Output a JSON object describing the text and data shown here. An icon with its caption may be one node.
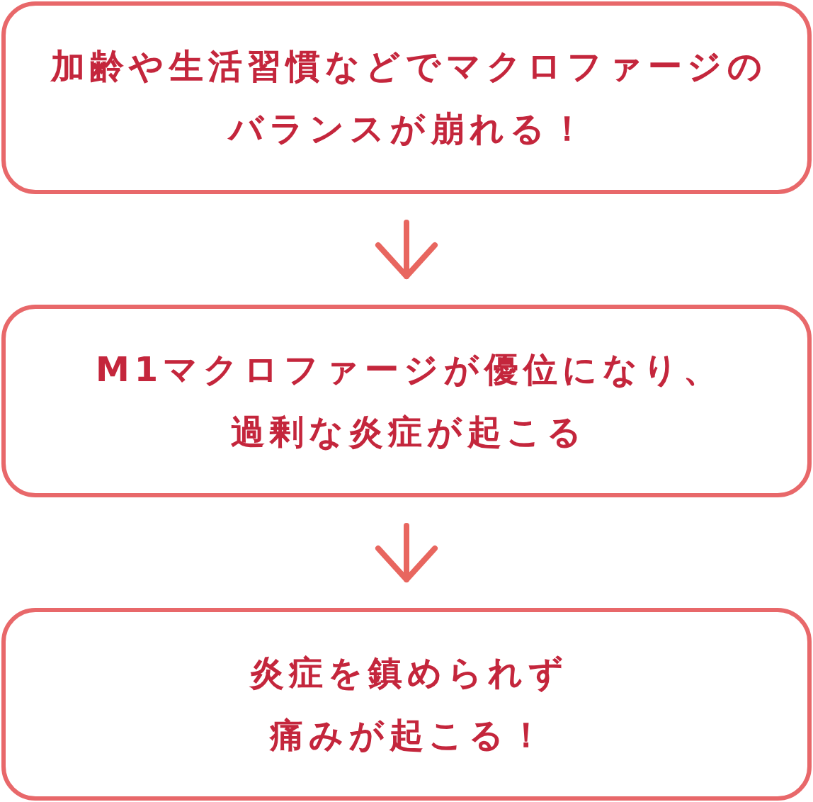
{
  "diagram": {
    "nodes": [
      {
        "text": [
          "加齢や生活習慣などでマクロファージのバランスが崩れる！"
        ]
      },
      {
        "text": [
          "M1マクロファージが優位になり、過剰な炎症が起こる"
        ]
      },
      {
        "text": [
          "炎症を鎮められず痛みが起こる！"
        ]
      }
    ],
    "edges": [
      {
        "from": 0,
        "to": 1,
        "arrow": "to"
      },
      {
        "from": 1,
        "to": 2,
        "arrow": "to"
      }
    ]
  }
}
